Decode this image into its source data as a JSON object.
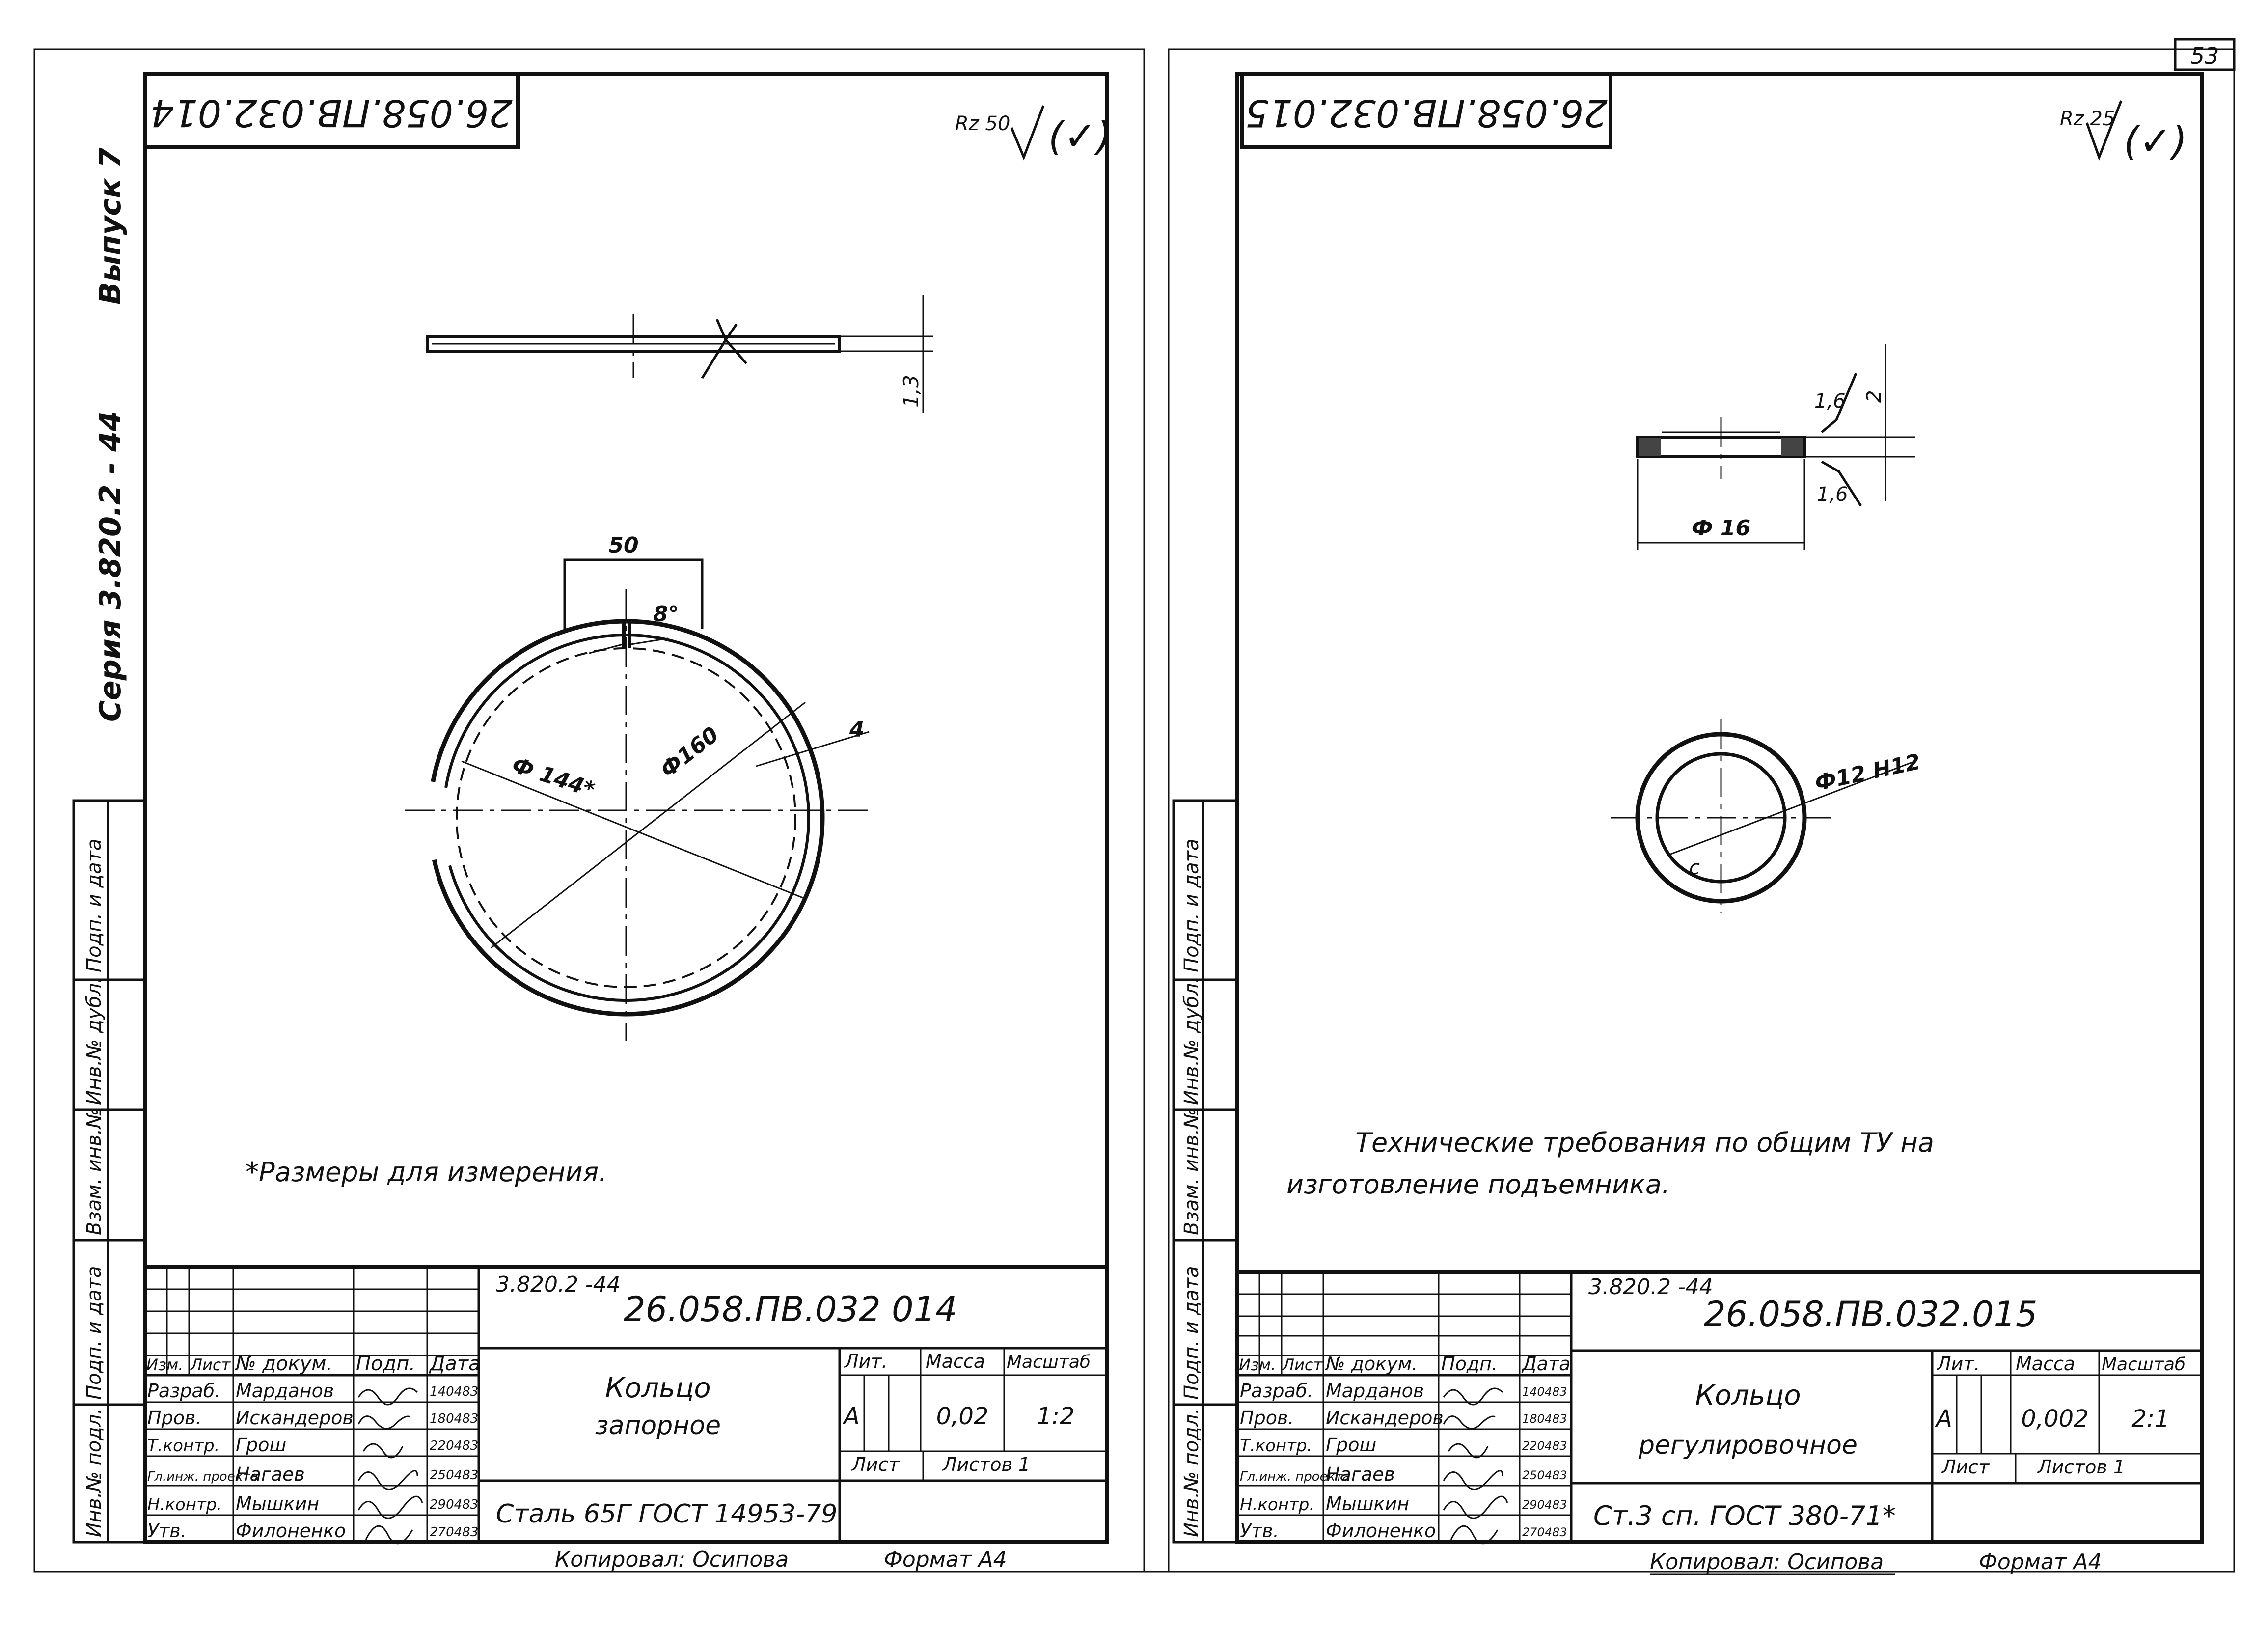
{
  "page_number": "53",
  "margin": {
    "vypusk": "Выпуск 7",
    "seriya": "Серия 3.820.2 - 44",
    "column_labels": [
      "Подп. и дата",
      "Инв.№ дубл.",
      "Взам. инв.№",
      "Подп. и дата",
      "Инв.№ подл."
    ]
  },
  "sheet1": {
    "rotated_code": "26.058.ПВ.032.014",
    "roughness_label": "Rz 50",
    "roughness_check": "(✓)",
    "dims": {
      "thickness": "1,3",
      "slot_width": "50",
      "angle": "8°",
      "d_inner": "Ф 144*",
      "d_outer": "Ф160",
      "width": "4"
    },
    "note": "*Размеры для измерения.",
    "title_block": {
      "series_ref": "3.820.2 -44",
      "doc_code": "26.058.ПВ.032 014",
      "part_name_1": "Кольцо",
      "part_name_2": "запорное",
      "material": "Сталь 65Г ГОСТ 14953-79",
      "headers": [
        "Изм.",
        "Лист",
        "№ докум.",
        "Подп.",
        "Дата"
      ],
      "roles": [
        "Разраб.",
        "Пров.",
        "Т.контр.",
        "Гл.инж. проекта",
        "Н.контр.",
        "Утв."
      ],
      "names": [
        "Марданов",
        "Искандеров",
        "Грош",
        "Нагаев",
        "Мышкин",
        "Филоненко"
      ],
      "dates": [
        "140483",
        "180483",
        "220483",
        "250483",
        "290483",
        "270483"
      ],
      "lit_label": "Лит.",
      "mass_label": "Масса",
      "scale_label": "Масштаб",
      "lit_value": "А",
      "mass_value": "0,02",
      "scale_value": "1:2",
      "sheet_label": "Лист",
      "sheets_label": "Листов 1",
      "copied": "Копировал: Осипова",
      "format": "Формат А4"
    }
  },
  "sheet2": {
    "rotated_code": "26.058.ПВ.032.015",
    "roughness_label": "Rz 25",
    "roughness_check": "(✓)",
    "dims": {
      "r1": "1,6",
      "thick": "2",
      "r2": "1,6",
      "d_outer": "Ф 16",
      "d_inner": "Ф12 Н12",
      "chamfer": "с"
    },
    "note_1": "Технические требования по общим ТУ на",
    "note_2": "изготовление подъемника.",
    "title_block": {
      "series_ref": "3.820.2 -44",
      "doc_code": "26.058.ПВ.032.015",
      "part_name_1": "Кольцо",
      "part_name_2": "регулировочное",
      "material": "Ст.3 сп. ГОСТ 380-71*",
      "headers": [
        "Изм.",
        "Лист",
        "№ докум.",
        "Подп.",
        "Дата"
      ],
      "roles": [
        "Разраб.",
        "Пров.",
        "Т.контр.",
        "Гл.инж. проекта",
        "Н.контр.",
        "Утв."
      ],
      "names": [
        "Марданов",
        "Искандеров",
        "Грош",
        "Нагаев",
        "Мышкин",
        "Филоненко"
      ],
      "dates": [
        "140483",
        "180483",
        "220483",
        "250483",
        "290483",
        "270483"
      ],
      "lit_label": "Лит.",
      "mass_label": "Масса",
      "scale_label": "Масштаб",
      "lit_value": "А",
      "mass_value": "0,002",
      "scale_value": "2:1",
      "sheet_label": "Лист",
      "sheets_label": "Листов 1",
      "copied": "Копировал: Осипова",
      "format": "Формат А4"
    }
  }
}
